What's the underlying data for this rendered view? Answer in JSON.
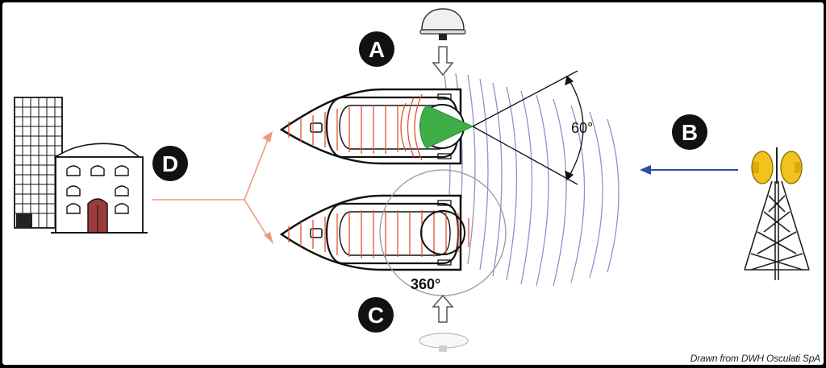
{
  "labels": {
    "a": "A",
    "b": "B",
    "c": "C",
    "d": "D"
  },
  "angles": {
    "narrow": "60°",
    "full": "360°"
  },
  "credit": "Drawn from DWH Osculati SpA",
  "colors": {
    "wave": "#8f93c8",
    "signal_red": "#e0532c",
    "cone_green": "#3fae49",
    "arrow_blue": "#2b4fa3",
    "tower_yellow": "#f2c31c",
    "link_orange": "#ef9b7c"
  },
  "icons": {
    "building": "office-building-icon",
    "tower": "cell-tower-icon",
    "antenna": "dome-antenna-icon"
  }
}
